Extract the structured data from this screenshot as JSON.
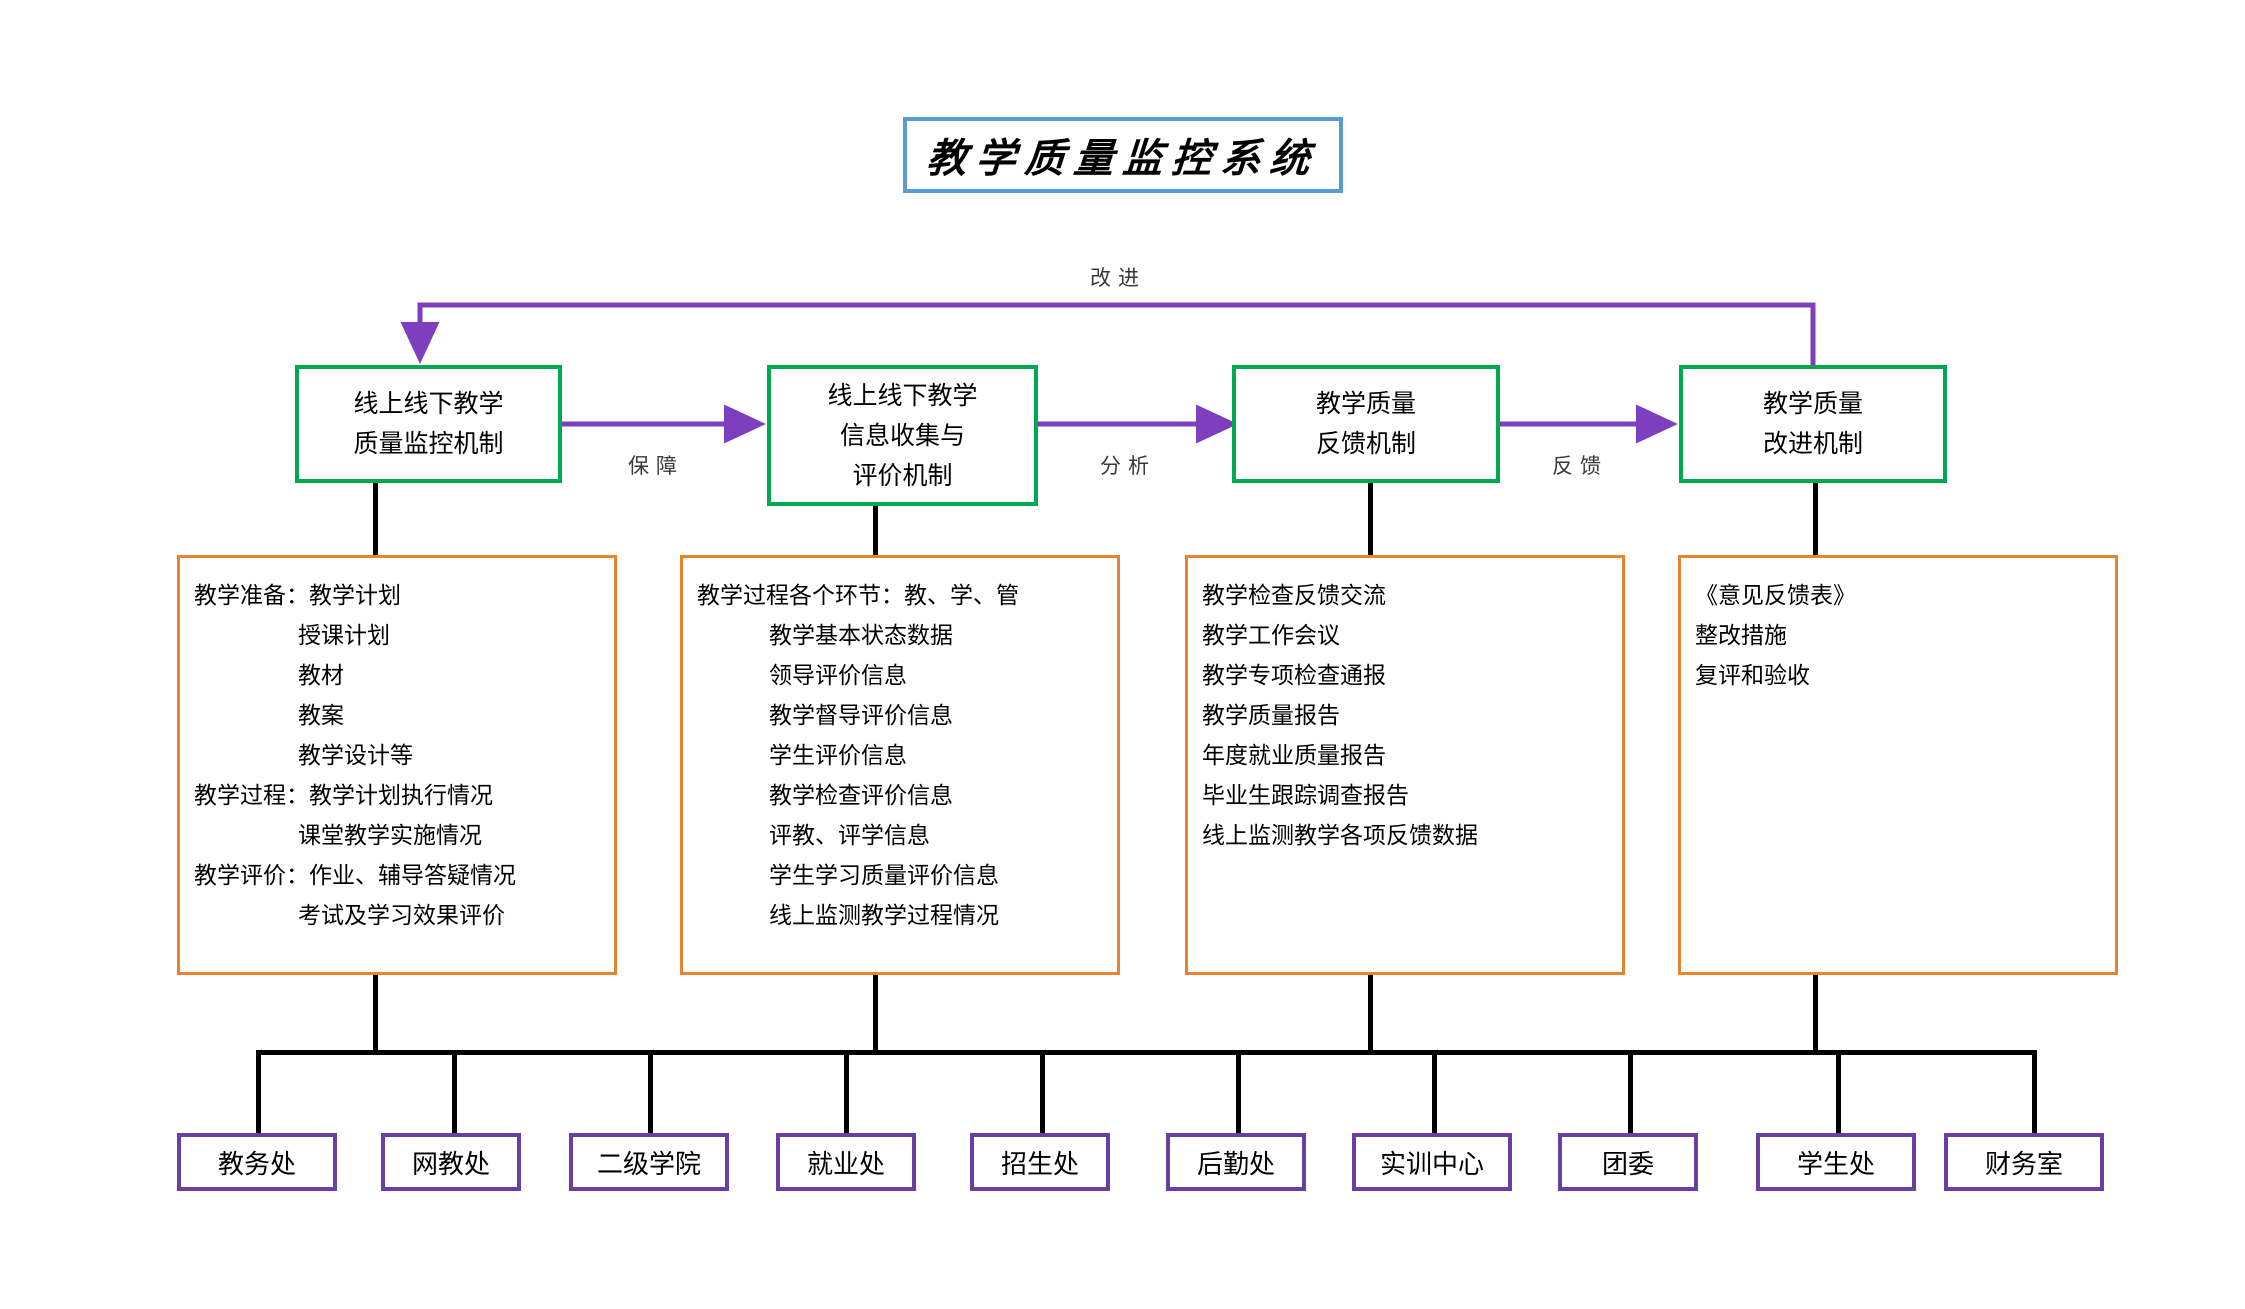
{
  "title": {
    "text": "教学质量监控系统",
    "border_color": "#5B9BD5"
  },
  "colors": {
    "stage_border": "#00A94F",
    "detail_border": "#E8832E",
    "dept_border": "#6B3FA0",
    "arrow": "#7D3FBE",
    "connector": "#000000"
  },
  "feedback_loop": {
    "label": "改进"
  },
  "stages": [
    {
      "id": "monitor",
      "lines": [
        "线上线下教学",
        "质量监控机制"
      ]
    },
    {
      "id": "collect",
      "lines": [
        "线上线下教学",
        "信息收集与",
        "评价机制"
      ]
    },
    {
      "id": "feedback",
      "lines": [
        "教学质量",
        "反馈机制"
      ]
    },
    {
      "id": "improve",
      "lines": [
        "教学质量",
        "改进机制"
      ]
    }
  ],
  "arrows": [
    {
      "id": "arrow-1",
      "label": "保障"
    },
    {
      "id": "arrow-2",
      "label": "分析"
    },
    {
      "id": "arrow-3",
      "label": "反馈"
    }
  ],
  "details": [
    {
      "id": "detail-monitor",
      "rows": [
        {
          "label": "教学准备：",
          "text": "教学计划",
          "indent": false
        },
        {
          "label": "",
          "text": "授课计划",
          "indent": true
        },
        {
          "label": "",
          "text": "教材",
          "indent": true
        },
        {
          "label": "",
          "text": "教案",
          "indent": true
        },
        {
          "label": "",
          "text": "教学设计等",
          "indent": true
        },
        {
          "label": "教学过程：",
          "text": "教学计划执行情况",
          "indent": false
        },
        {
          "label": "",
          "text": "课堂教学实施情况",
          "indent": true
        },
        {
          "label": "教学评价：",
          "text": "作业、辅导答疑情况",
          "indent": false
        },
        {
          "label": "",
          "text": "考试及学习效果评价",
          "indent": true
        }
      ]
    },
    {
      "id": "detail-collect",
      "rows": [
        {
          "label": "",
          "text": "教学过程各个环节：教、学、管",
          "indent": false
        },
        {
          "label": "",
          "text": "教学基本状态数据",
          "indent": true
        },
        {
          "label": "",
          "text": "领导评价信息",
          "indent": true
        },
        {
          "label": "",
          "text": "教学督导评价信息",
          "indent": true
        },
        {
          "label": "",
          "text": "学生评价信息",
          "indent": true
        },
        {
          "label": "",
          "text": "教学检查评价信息",
          "indent": true
        },
        {
          "label": "",
          "text": "评教、评学信息",
          "indent": true
        },
        {
          "label": "",
          "text": "学生学习质量评价信息",
          "indent": true
        },
        {
          "label": "",
          "text": "线上监测教学过程情况",
          "indent": true
        }
      ]
    },
    {
      "id": "detail-feedback",
      "rows": [
        {
          "label": "",
          "text": "教学检查反馈交流",
          "indent": false
        },
        {
          "label": "",
          "text": "教学工作会议",
          "indent": false
        },
        {
          "label": "",
          "text": "教学专项检查通报",
          "indent": false
        },
        {
          "label": "",
          "text": "教学质量报告",
          "indent": false
        },
        {
          "label": "",
          "text": "年度就业质量报告",
          "indent": false
        },
        {
          "label": "",
          "text": "毕业生跟踪调查报告",
          "indent": false
        },
        {
          "label": "",
          "text": "线上监测教学各项反馈数据",
          "indent": false
        }
      ]
    },
    {
      "id": "detail-improve",
      "rows": [
        {
          "label": "",
          "text": "《意见反馈表》",
          "indent": false
        },
        {
          "label": "",
          "text": "整改措施",
          "indent": false
        },
        {
          "label": "",
          "text": "复评和验收",
          "indent": false
        }
      ]
    }
  ],
  "departments": [
    {
      "id": "dept-jwc",
      "label": "教务处"
    },
    {
      "id": "dept-wjc",
      "label": "网教处"
    },
    {
      "id": "dept-ejxy",
      "label": "二级学院"
    },
    {
      "id": "dept-jyc",
      "label": "就业处"
    },
    {
      "id": "dept-zsc",
      "label": "招生处"
    },
    {
      "id": "dept-hqc",
      "label": "后勤处"
    },
    {
      "id": "dept-sxzx",
      "label": "实训中心"
    },
    {
      "id": "dept-tw",
      "label": "团委"
    },
    {
      "id": "dept-xsc",
      "label": "学生处"
    },
    {
      "id": "dept-cws",
      "label": "财务室"
    }
  ]
}
